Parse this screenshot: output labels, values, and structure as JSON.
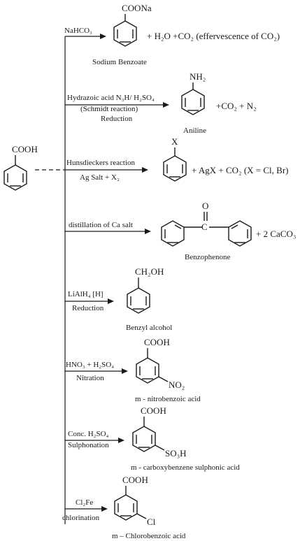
{
  "start": {
    "group": "COOH"
  },
  "reactions": [
    {
      "reagent": "NaHCO₃",
      "product_group": "COONa",
      "product_name": "Sodium Benzoate",
      "byproducts": "+ H₂O +CO₂ (effervescence of CO₂)"
    },
    {
      "reagent": "Hydrazoic acid  N₃H/ H₂SO₄",
      "reagent_line2": "(Schmidt reaction)",
      "condition": "Reduction",
      "product_group": "NH₂",
      "product_name": "Aniline",
      "byproducts": "+CO₂ + N₂"
    },
    {
      "reagent": "Hunsdieckers reaction",
      "condition": "Ag Salt + X₂",
      "product_group": "X",
      "byproducts": "+ AgX + CO₂ (X = Cl, Br)"
    },
    {
      "reagent": "distillation of Ca salt",
      "product_group": "C=O",
      "product_name": "Benzophenone",
      "byproducts": "+ 2 CaCO₃"
    },
    {
      "reagent": "LiAlH₄ [H]",
      "condition": "Reduction",
      "product_group": "CH₂OH",
      "product_name": "Benzyl alcohol"
    },
    {
      "reagent": "HNO₃ + H₂SO₄",
      "condition": "Nitration",
      "product_group": "COOH",
      "product_substituent": "NO₂",
      "product_name": "m - nitrobenzoic acid"
    },
    {
      "reagent": "Conc. H₂SO₄",
      "condition": "Sulphonation",
      "product_group": "COOH",
      "product_substituent": "SO₃H",
      "product_name": "m - carboxybenzene sulphonic acid"
    },
    {
      "reagent": "Cl₂Fe",
      "condition": "chlorination",
      "product_group": "COOH",
      "product_substituent": "Cl",
      "product_name": "m – Chlorobenzoic acid"
    }
  ]
}
